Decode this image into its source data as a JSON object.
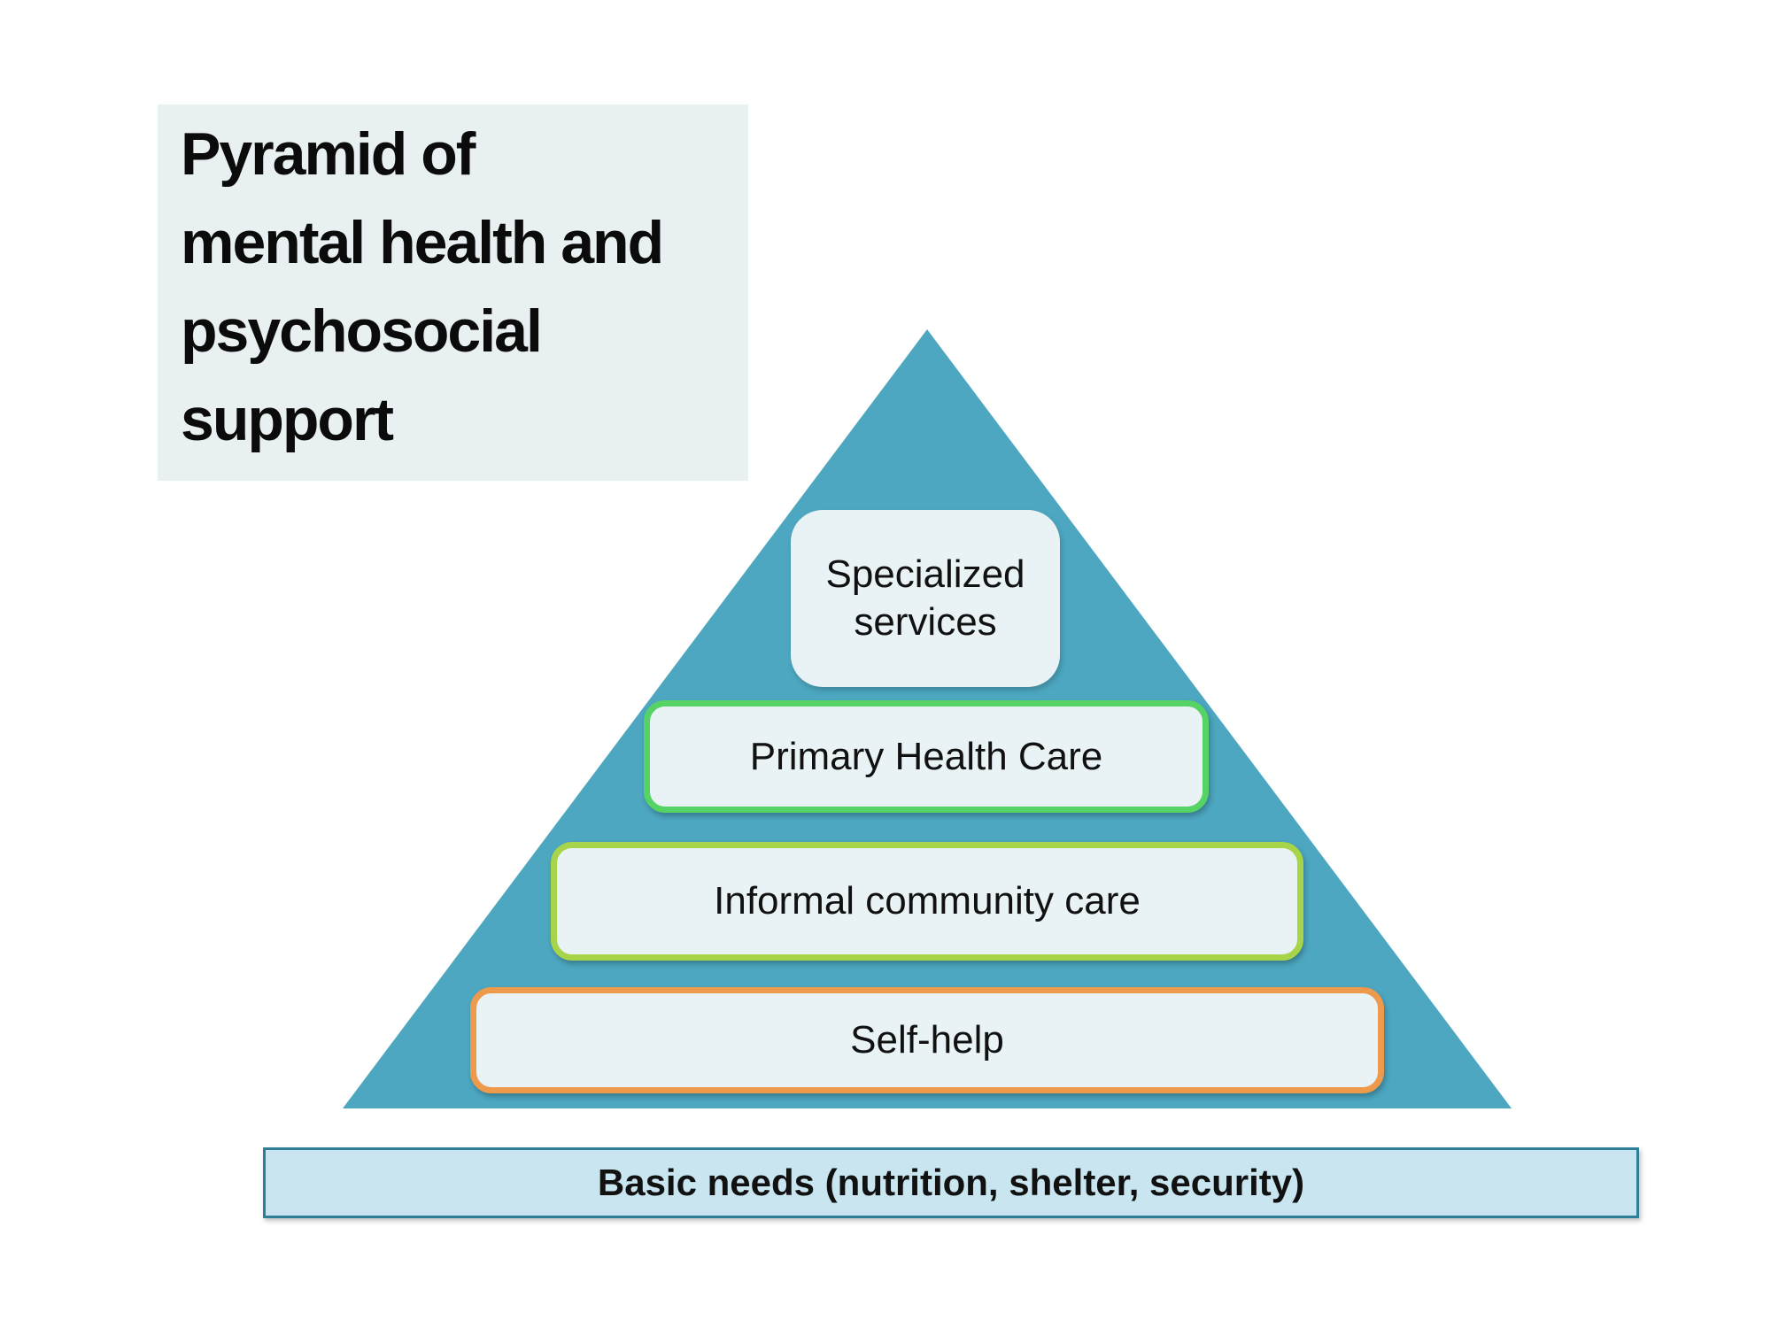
{
  "title": {
    "lines": [
      "Pyramid of",
      "mental health and",
      "psychosocial",
      "support"
    ],
    "full_text": "Pyramid of mental health and psychosocial support",
    "background_color": "#e8f0f2",
    "text_color": "#0b0b0b"
  },
  "pyramid": {
    "fill_color": "#4da7c0",
    "tier_fill_color": "#e9f2f5",
    "tiers": [
      {
        "label": "Specialized services",
        "border_color": ""
      },
      {
        "label": "Primary Health Care",
        "border_color": "#55d364"
      },
      {
        "label": "Informal community care",
        "border_color": "#a8d44a"
      },
      {
        "label": "Self-help",
        "border_color": "#ee9a4d"
      }
    ]
  },
  "base_bar": {
    "label": "Basic needs (nutrition, shelter, security)",
    "fill_color": "#c9e5f0",
    "border_color": "#2e7e97",
    "text_color": "#111111"
  }
}
